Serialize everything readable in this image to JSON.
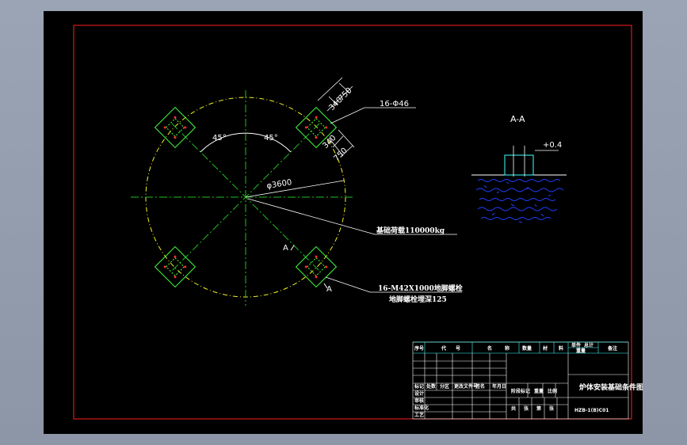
{
  "drawing": {
    "section_label": "A-A",
    "dims": {
      "d750_top": "750",
      "d340_top": "340",
      "d340_bottom": "340",
      "d750_bottom": "750",
      "angle_left": "45°",
      "angle_right": "45°",
      "diameter": "φ3600",
      "tol": "+0.4",
      "mark_a1": "A",
      "mark_a2": "A"
    },
    "callouts": {
      "holes": "16-Φ46",
      "load": "基础荷载110000kg",
      "bolts_line1": "16-M42X1000地脚螺栓",
      "bolts_line2": "地脚螺栓埋深125"
    }
  },
  "title_block": {
    "headers": [
      "序号",
      "代",
      "号",
      "名",
      "称",
      "数量",
      "材",
      "料",
      "单件",
      "总计",
      "备注"
    ],
    "sub_headers": [
      "重量",
      ""
    ],
    "left_labels": [
      "标记",
      "处数",
      "分区",
      "更改文件号",
      "签名",
      "年月日"
    ],
    "role_labels": [
      "设计",
      "标准化",
      "审核",
      "工艺"
    ],
    "phase_labels": [
      "阶段标记",
      "重量",
      "比例"
    ],
    "bottom_cells": [
      "共",
      "张",
      "第",
      "张"
    ],
    "drawing_title": "炉体安装基础条件图",
    "drawing_code": "HZB-1(B)C01"
  }
}
